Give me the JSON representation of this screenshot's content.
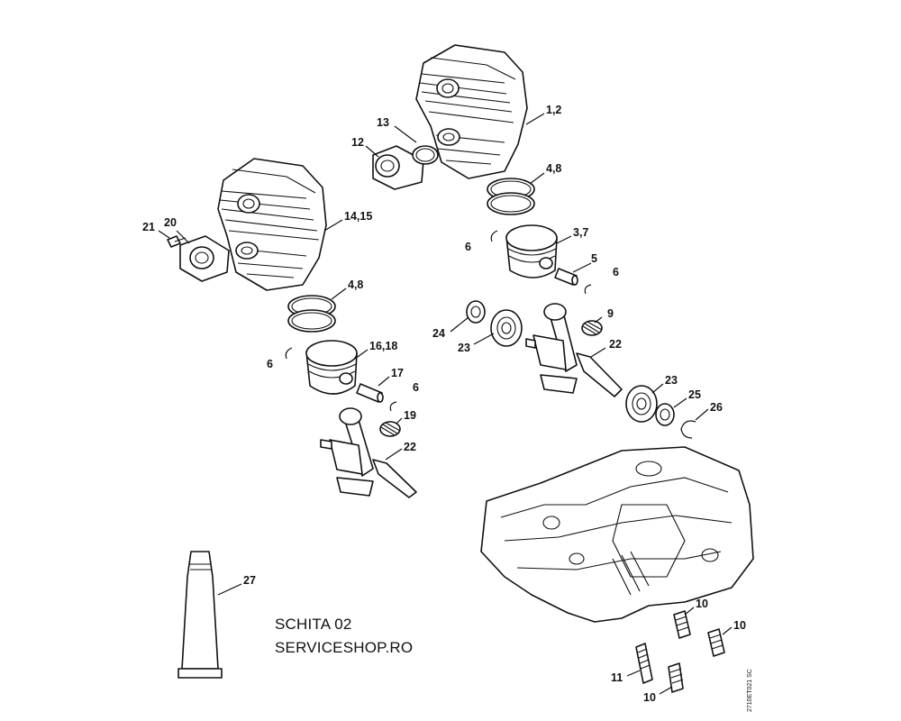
{
  "caption": {
    "line1": "SCHITA 02",
    "line2": "SERVICESHOP.RO"
  },
  "drawing_id": "2710ET021 SC",
  "callouts": {
    "c_1_2": "1,2",
    "c_13": "13",
    "c_12": "12",
    "c_4_8_top": "4,8",
    "c_3_7": "3,7",
    "c_6_a": "6",
    "c_5": "5",
    "c_6_b": "6",
    "c_9": "9",
    "c_24": "24",
    "c_23_a": "23",
    "c_22_top": "22",
    "c_23_b": "23",
    "c_25": "25",
    "c_26": "26",
    "c_21": "21",
    "c_20": "20",
    "c_14_15": "14,15",
    "c_4_8_left": "4,8",
    "c_16_18": "16,18",
    "c_6_c": "6",
    "c_17": "17",
    "c_6_d": "6",
    "c_19": "19",
    "c_22_left": "22",
    "c_27": "27",
    "c_10_a": "10",
    "c_10_b": "10",
    "c_11": "11",
    "c_10_c": "10"
  }
}
